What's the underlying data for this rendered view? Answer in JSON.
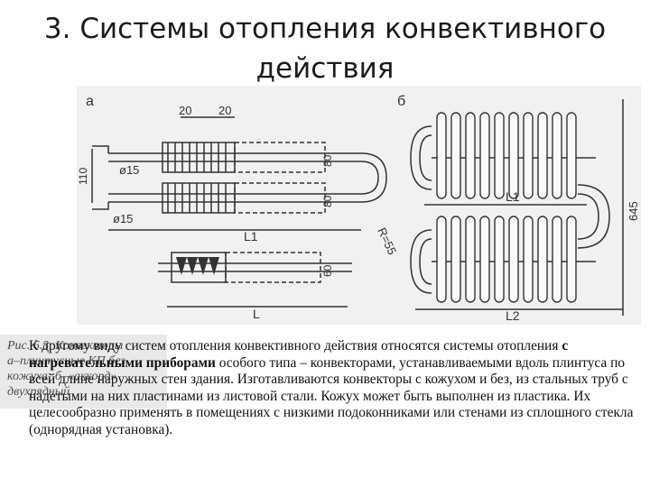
{
  "slide": {
    "title_line1": "3. Системы отопления конвективного",
    "title_line2": "действия"
  },
  "figure": {
    "label_a": "а",
    "label_b": "б",
    "dim_20_left": "20",
    "dim_20_right": "20",
    "dim_110": "110",
    "dim_80_top": "80",
    "dim_80_mid": "80",
    "dim_60": "60",
    "dim_diam15_top": "ø15",
    "dim_diam15_bottom": "ø15",
    "dim_r55": "R=55",
    "dim_l1_a": "L1",
    "dim_l_a": "L",
    "dim_l1_b": "L1",
    "dim_l2_b": "L2",
    "dim_645": "645",
    "caption_line1": "Рис. 6.3. Конвекторы",
    "caption_line2": "а–плинтусные КП без",
    "caption_line3": "кожуха; б–«аккорд»",
    "caption_line4": "двухрядный"
  },
  "body": {
    "part1": "К другому виду систем отопления конвективного действия относятся системы отопления ",
    "bold": "с нагревательными приборами",
    "part2": " особого типа – конвекторами, устанавливаемыми вдоль плинтуса по всей длине наружных стен здания. Изготавливаются конвекторы с кожухом и без, из стальных труб с надетыми на них пластинами из листовой стали. Кожух может быть выполнен из пластика. Их целесообразно применять в помещениях с низкими подоконниками или стенами из сплошного стекла (однорядная установка)."
  }
}
